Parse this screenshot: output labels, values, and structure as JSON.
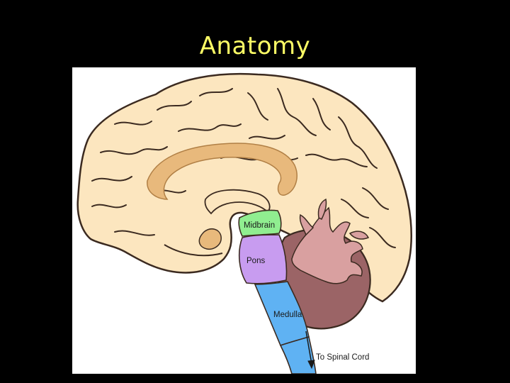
{
  "slide": {
    "title": "Anatomy",
    "background_color": "#000000",
    "title_color": "#ffff66"
  },
  "diagram": {
    "labels": {
      "midbrain": "Midbrain",
      "pons": "Pons",
      "medulla": "Medulla",
      "spinal_cord": "To Spinal Cord"
    },
    "colors": {
      "cerebrum": "#fce6bf",
      "corpus_callosum": "#e8b97c",
      "midbrain": "#90ee90",
      "pons": "#c89cf0",
      "medulla": "#5fb2f3",
      "cerebellum": "#9b6466",
      "arbor_vitae": "#d9a0a0",
      "outline": "#3b2a20"
    }
  }
}
